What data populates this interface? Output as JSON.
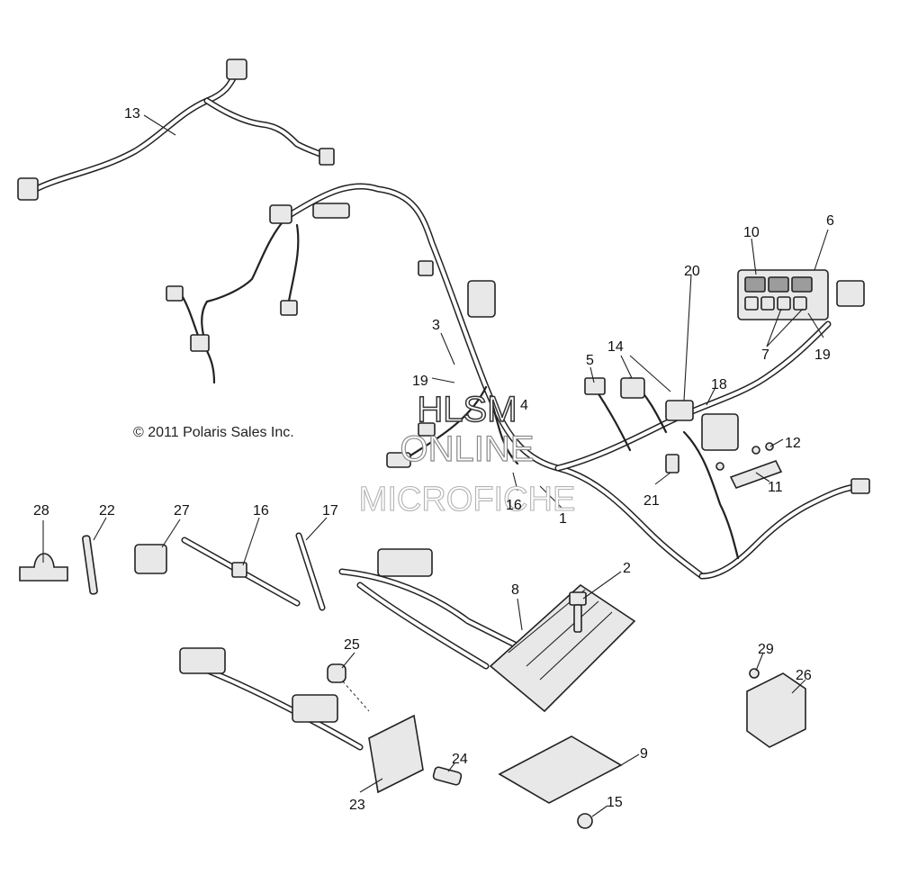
{
  "copyright": "© 2011 Polaris Sales Inc.",
  "watermark": {
    "line1": "HLSM",
    "line2": "ONLINE",
    "line3": "MICROFICHE"
  },
  "callouts": {
    "c1": "1",
    "c2": "2",
    "c3": "3",
    "c4": "4",
    "c5": "5",
    "c6": "6",
    "c7": "7",
    "c8": "8",
    "c9": "9",
    "c10": "10",
    "c11": "11",
    "c12": "12",
    "c13": "13",
    "c14": "14",
    "c15": "15",
    "c16": "16",
    "c17": "17",
    "c18": "18",
    "c19a": "19",
    "c19b": "19",
    "c20": "20",
    "c21": "21",
    "c22": "22",
    "c23": "23",
    "c24": "24",
    "c25": "25",
    "c26": "26",
    "c27": "27",
    "c28": "28",
    "c29": "29"
  }
}
